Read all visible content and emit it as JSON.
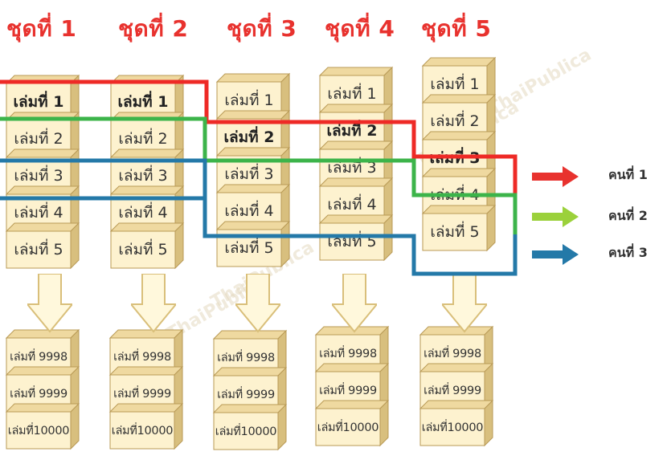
{
  "sets": [
    {
      "title": "ชุดที่ 1",
      "top_books": [
        "เล่มที่ 1",
        "เล่มที่ 2",
        "เล่มที่ 3",
        "เล่มที่ 4",
        "เล่มที่ 5"
      ],
      "bold_index": 0
    },
    {
      "title": "ชุดที่ 2",
      "top_books": [
        "เล่มที่ 1",
        "เล่มที่ 2",
        "เล่มที่ 3",
        "เล่มที่ 4",
        "เล่มที่ 5"
      ],
      "bold_index": 0
    },
    {
      "title": "ชุดที่ 3",
      "top_books": [
        "เล่มที่ 1",
        "เล่มที่ 2",
        "เล่มที่ 3",
        "เล่มที่ 4",
        "เล่มที่ 5"
      ],
      "bold_index": 1
    },
    {
      "title": "ชุดที่ 4",
      "top_books": [
        "เล่มที่ 1",
        "เล่มที่ 2",
        "เล่มที่ 3",
        "เล่มที่ 4",
        "เล่มที่ 5"
      ],
      "bold_index": 1
    },
    {
      "title": "ชุดที่ 5",
      "top_books": [
        "เล่มที่ 1",
        "เล่มที่ 2",
        "เล่มที่ 3",
        "เล่มที่ 4",
        "เล่มที่ 5"
      ],
      "bold_index": 2
    }
  ],
  "bottom_books": [
    "เล่มที่ 9998",
    "เล่มที่ 9999",
    "เล่มที่10000"
  ],
  "people": [
    {
      "label": "คนที่ 1",
      "color": "#e8322e"
    },
    {
      "label": "คนที่ 2",
      "color": "#9bd13b"
    },
    {
      "label": "คนที่ 3",
      "color": "#2479a8"
    }
  ],
  "bracket_colors": {
    "person1": "#ee2a26",
    "person2": "#3cb44a",
    "person3": "#2479a8"
  },
  "box_colors": {
    "front": "#fdf2cf",
    "top": "#efd9a0",
    "side": "#d8bf7e",
    "edge": "#b99a56"
  },
  "watermark": "ThaiPublica"
}
